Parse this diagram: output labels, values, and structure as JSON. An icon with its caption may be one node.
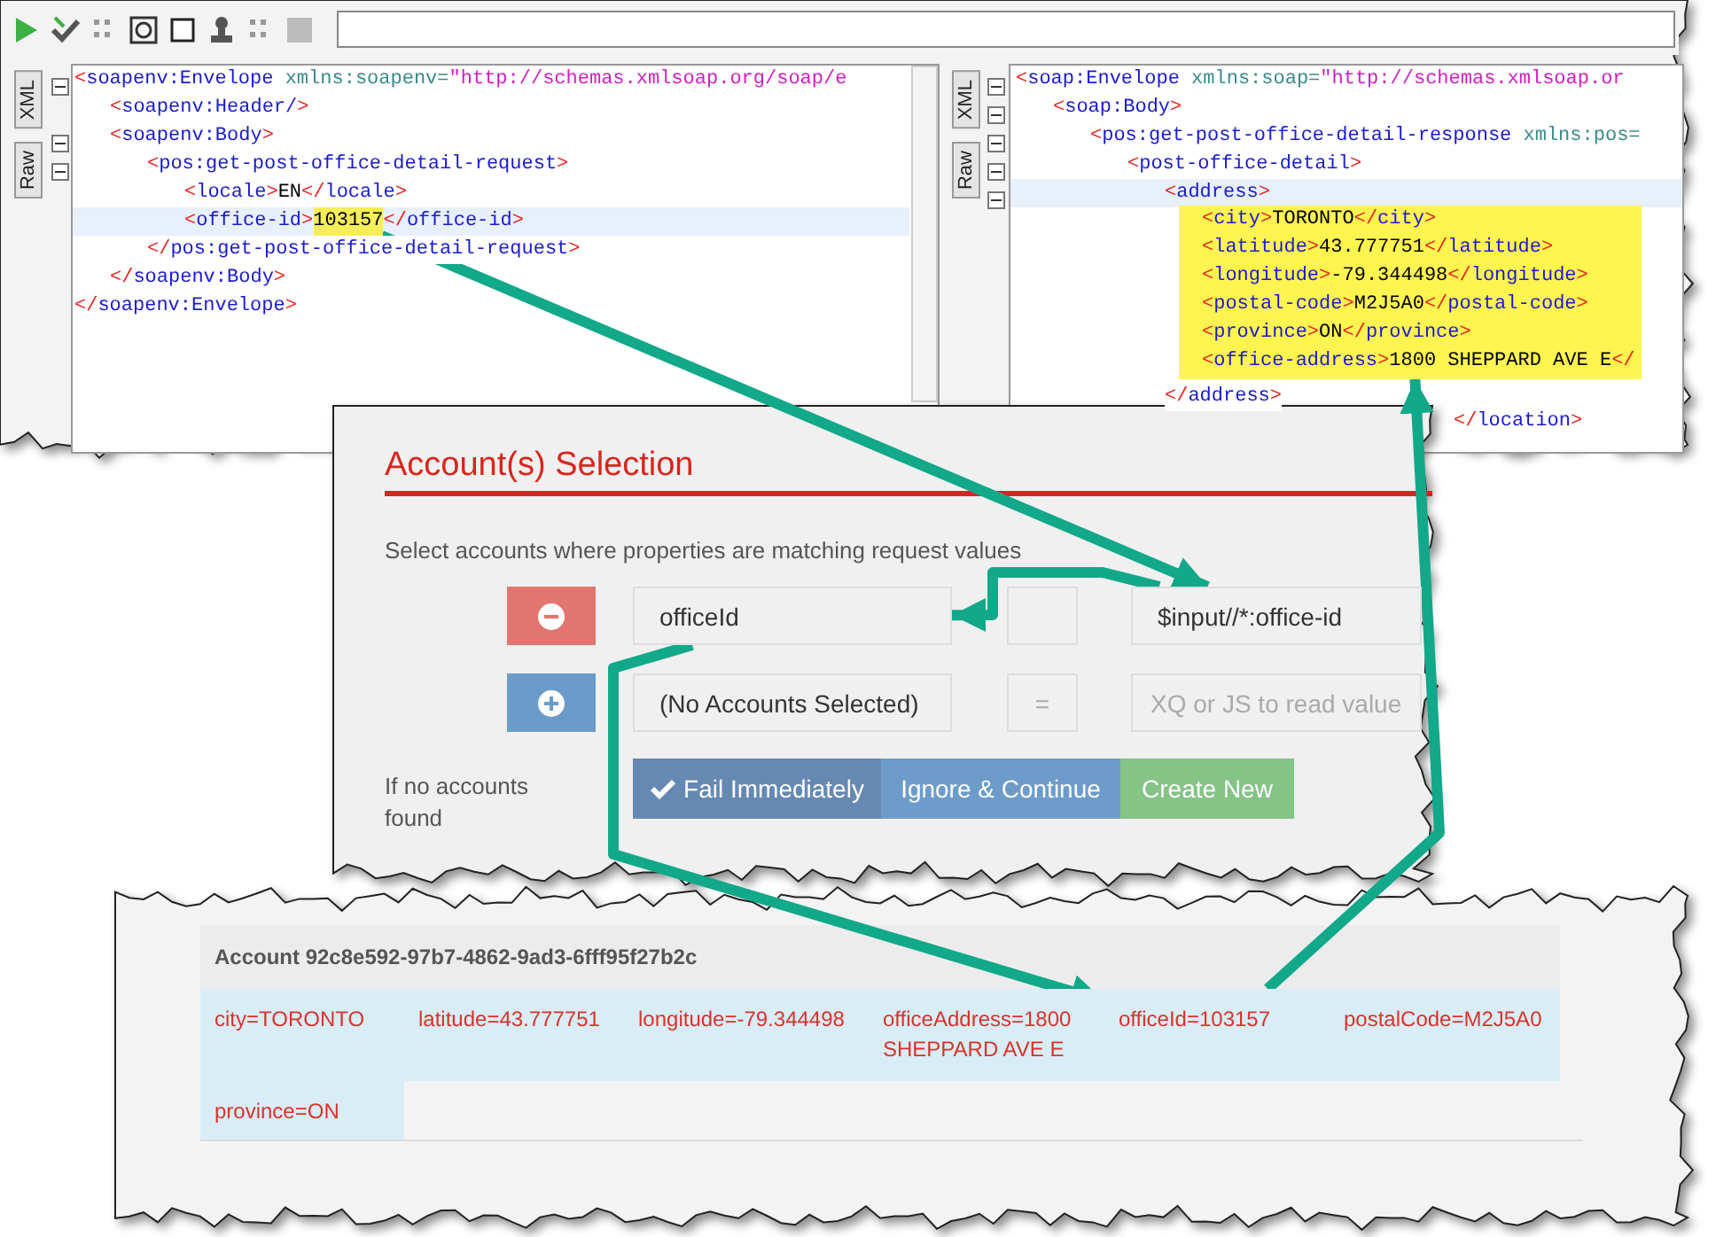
{
  "diagram": {
    "nodes": [
      {
        "text": [
          "103157"
        ]
      },
      {
        "text": [
          "<city>TORONTO</city>",
          "<latitude>43.777751</latitude>",
          "<longitude>-79.344498</longitude>",
          "<postal-code>M2J5A0</postal-code>",
          "<province>ON</province>",
          "<office-address>1800 SHEPPARD AVE E</"
        ]
      },
      {
        "text": [
          "officeId"
        ]
      },
      {
        "text": [],
        "shape": "box"
      },
      {
        "text": [
          "$input//*:office-id"
        ]
      },
      {
        "text": [
          "(No Accounts Selected)"
        ]
      },
      {
        "text": [
          "="
        ]
      },
      {
        "text": [
          "XQ or JS to read value"
        ]
      },
      {
        "text": [
          "officeId=103157"
        ]
      }
    ],
    "edges": [
      {
        "from": 0,
        "to": 4,
        "arrow": "to"
      },
      {
        "from": 4,
        "to": 2,
        "arrow": "to"
      },
      {
        "from": 2,
        "to": 8,
        "arrow": "to"
      },
      {
        "from": 8,
        "to": 1,
        "arrow": "to"
      }
    ],
    "labels": [
      "XML",
      "Raw",
      "<soapenv:Envelope xmlns:soapenv=\"http://schemas.xmlsoap.org/soap/e",
      "<soapenv:Header/>",
      "<soapenv:Body>",
      "<pos:get-post-office-detail-request>",
      "<locale>EN</locale>",
      "<office-id>",
      "</office-id>",
      "</pos:get-post-office-detail-request>",
      "</soapenv:Body>",
      "</soapenv:Envelope>",
      "XML",
      "Raw",
      "<soap:Envelope xmlns:soap=\"http://schemas.xmlsoap.or",
      "<soap:Body>",
      "<pos:get-post-office-detail-response xmlns:pos=",
      "<post-office-detail>",
      "<address>",
      "</address>",
      "</location>",
      "Account(s) Selection",
      "Select accounts where properties are matching request values",
      "If no accounts found",
      "Fail Immediately",
      "Ignore & Continue",
      "Create New",
      "Account 92c8e592-97b7-4862-9ad3-6fff95f27b2c",
      "city=TORONTO",
      "latitude=43.777751",
      "longitude=-79.344498",
      "officeAddress=1800 SHEPPARD AVE E",
      "postalCode=M2J5A0",
      "province=ON"
    ]
  }
}
